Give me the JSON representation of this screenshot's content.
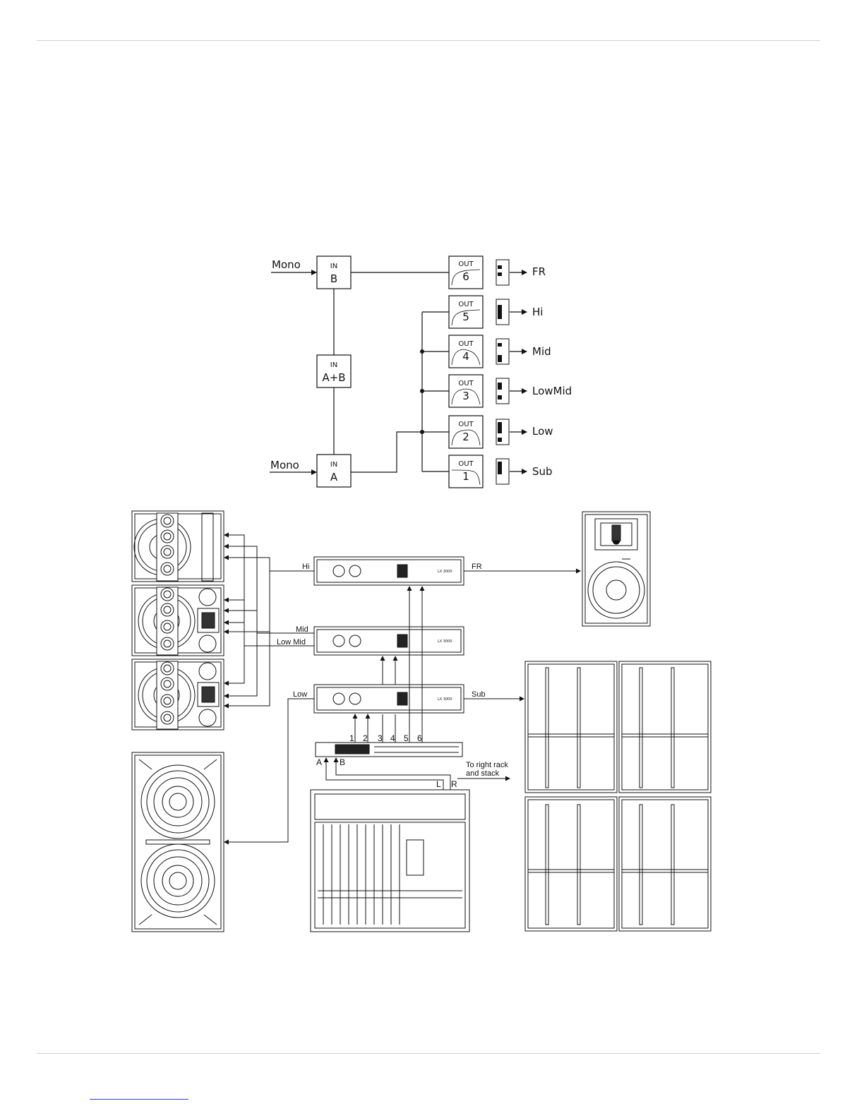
{
  "routing": {
    "inputs": [
      {
        "id": "b",
        "label": "Mono",
        "tag": "IN",
        "name": "B"
      },
      {
        "id": "ab",
        "tag": "IN",
        "name": "A+B"
      },
      {
        "id": "a",
        "label": "Mono",
        "tag": "IN",
        "name": "A"
      }
    ],
    "outputs": [
      {
        "tag": "OUT",
        "num": "6",
        "dest": "FR"
      },
      {
        "tag": "OUT",
        "num": "5",
        "dest": "Hi"
      },
      {
        "tag": "OUT",
        "num": "4",
        "dest": "Mid"
      },
      {
        "tag": "OUT",
        "num": "3",
        "dest": "LowMid"
      },
      {
        "tag": "OUT",
        "num": "2",
        "dest": "Low"
      },
      {
        "tag": "OUT",
        "num": "1",
        "dest": "Sub"
      }
    ]
  },
  "system": {
    "wires": {
      "hi": "Hi",
      "fr": "FR",
      "mid": "Mid",
      "lowmid": "Low Mid",
      "low": "Low",
      "sub": "Sub"
    },
    "processor_outputs": [
      "1",
      "2",
      "3",
      "4",
      "5",
      "6"
    ],
    "processor_inputs": {
      "a": "A",
      "b": "B"
    },
    "mixer_outputs": {
      "l": "L",
      "r": "R"
    },
    "note_line1": "To right rack",
    "note_line2": "and stack",
    "amp_model": "LX 3000"
  },
  "colors": {
    "ink": "#111111",
    "rule": "#cfcfcf",
    "link": "#2b43c8"
  }
}
